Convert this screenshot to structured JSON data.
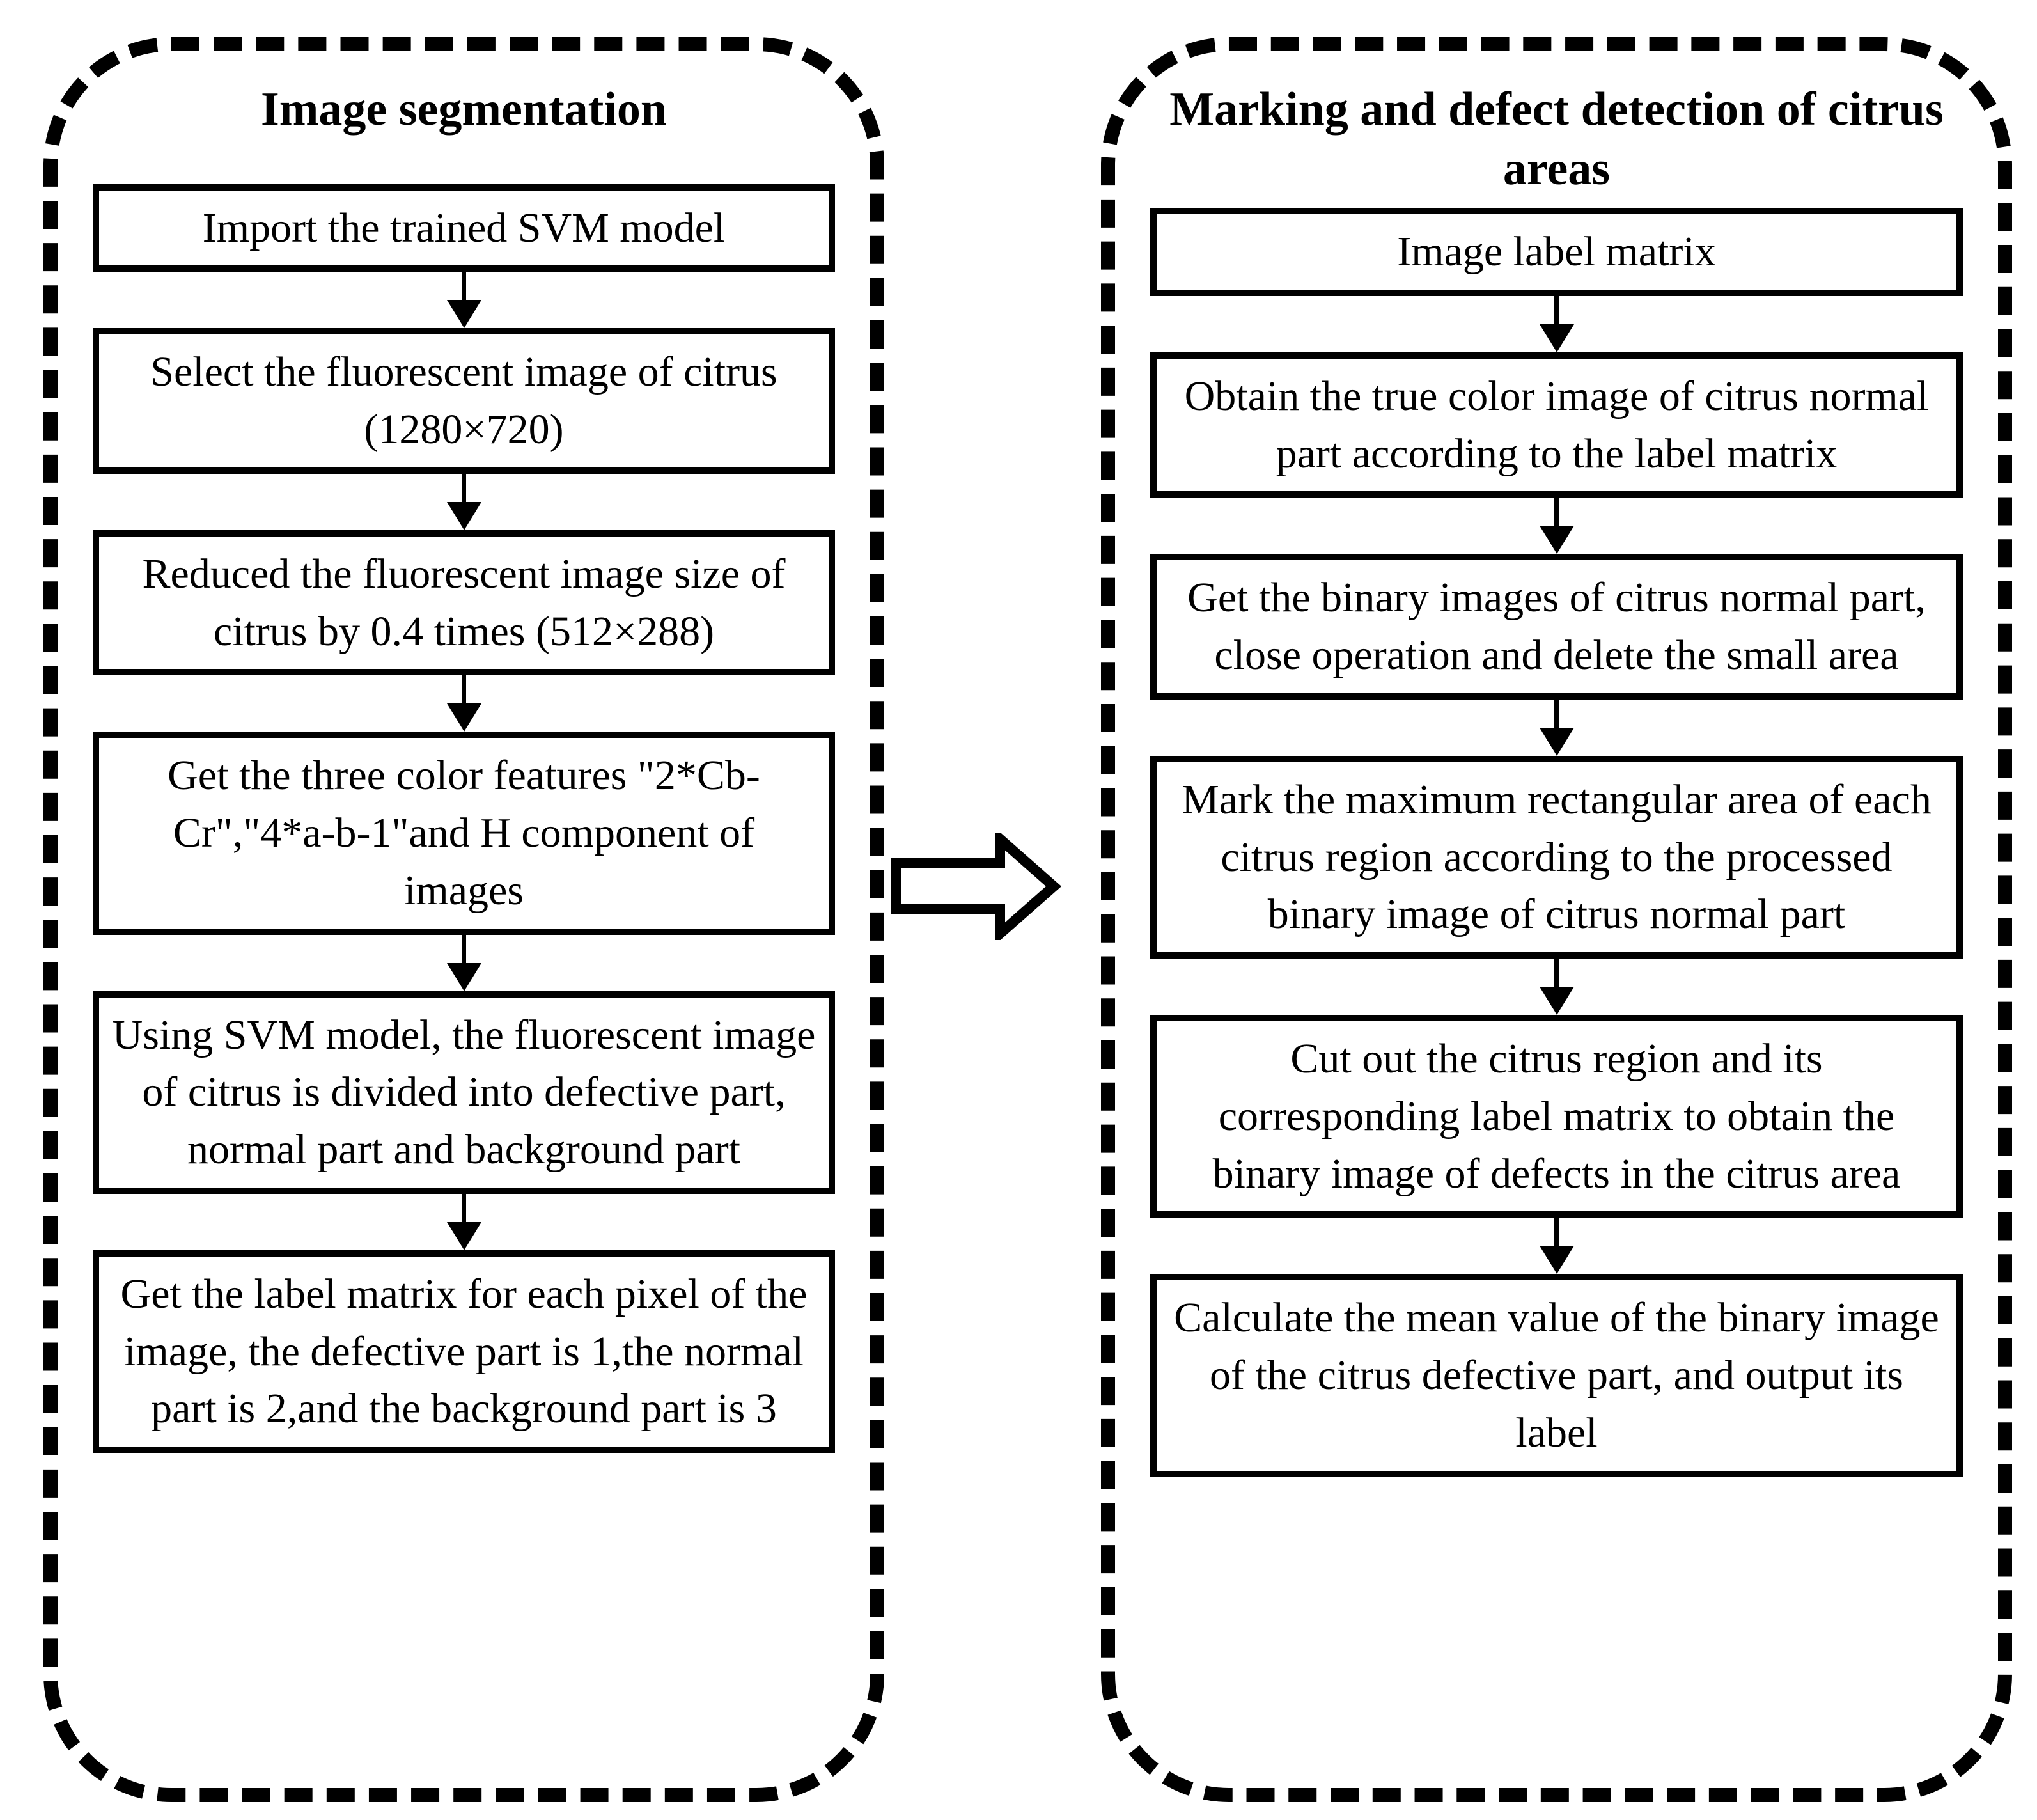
{
  "left": {
    "title": "Image segmentation",
    "boxes": [
      "Import the trained SVM model",
      "Select the fluorescent image of citrus (1280×720)",
      "Reduced the fluorescent image size of citrus by 0.4 times (512×288)",
      "Get the three color features \"2*Cb-Cr\",\"4*a-b-1\"and H component of images",
      "Using SVM model, the fluorescent image of citrus is divided into defective part, normal part and background part",
      "Get the label matrix for each pixel of the image, the defective part is 1,the normal part is 2,and the background part is 3"
    ]
  },
  "right": {
    "title": "Marking and defect detection of citrus areas",
    "boxes": [
      "Image label matrix",
      "Obtain the true color image of citrus normal part according to the label matrix",
      "Get the binary images of citrus normal part, close operation and delete the small area",
      "Mark the maximum rectangular area of each citrus region according to the processed binary image of citrus normal part",
      "Cut out the citrus region and its corresponding label matrix to obtain the binary image of defects in the citrus area",
      "Calculate the mean value of the binary image of the citrus defective part, and output its label"
    ]
  },
  "colors": {
    "ink": "#000000",
    "background": "#ffffff"
  },
  "icons": {
    "between_panels": "block-arrow-right"
  }
}
